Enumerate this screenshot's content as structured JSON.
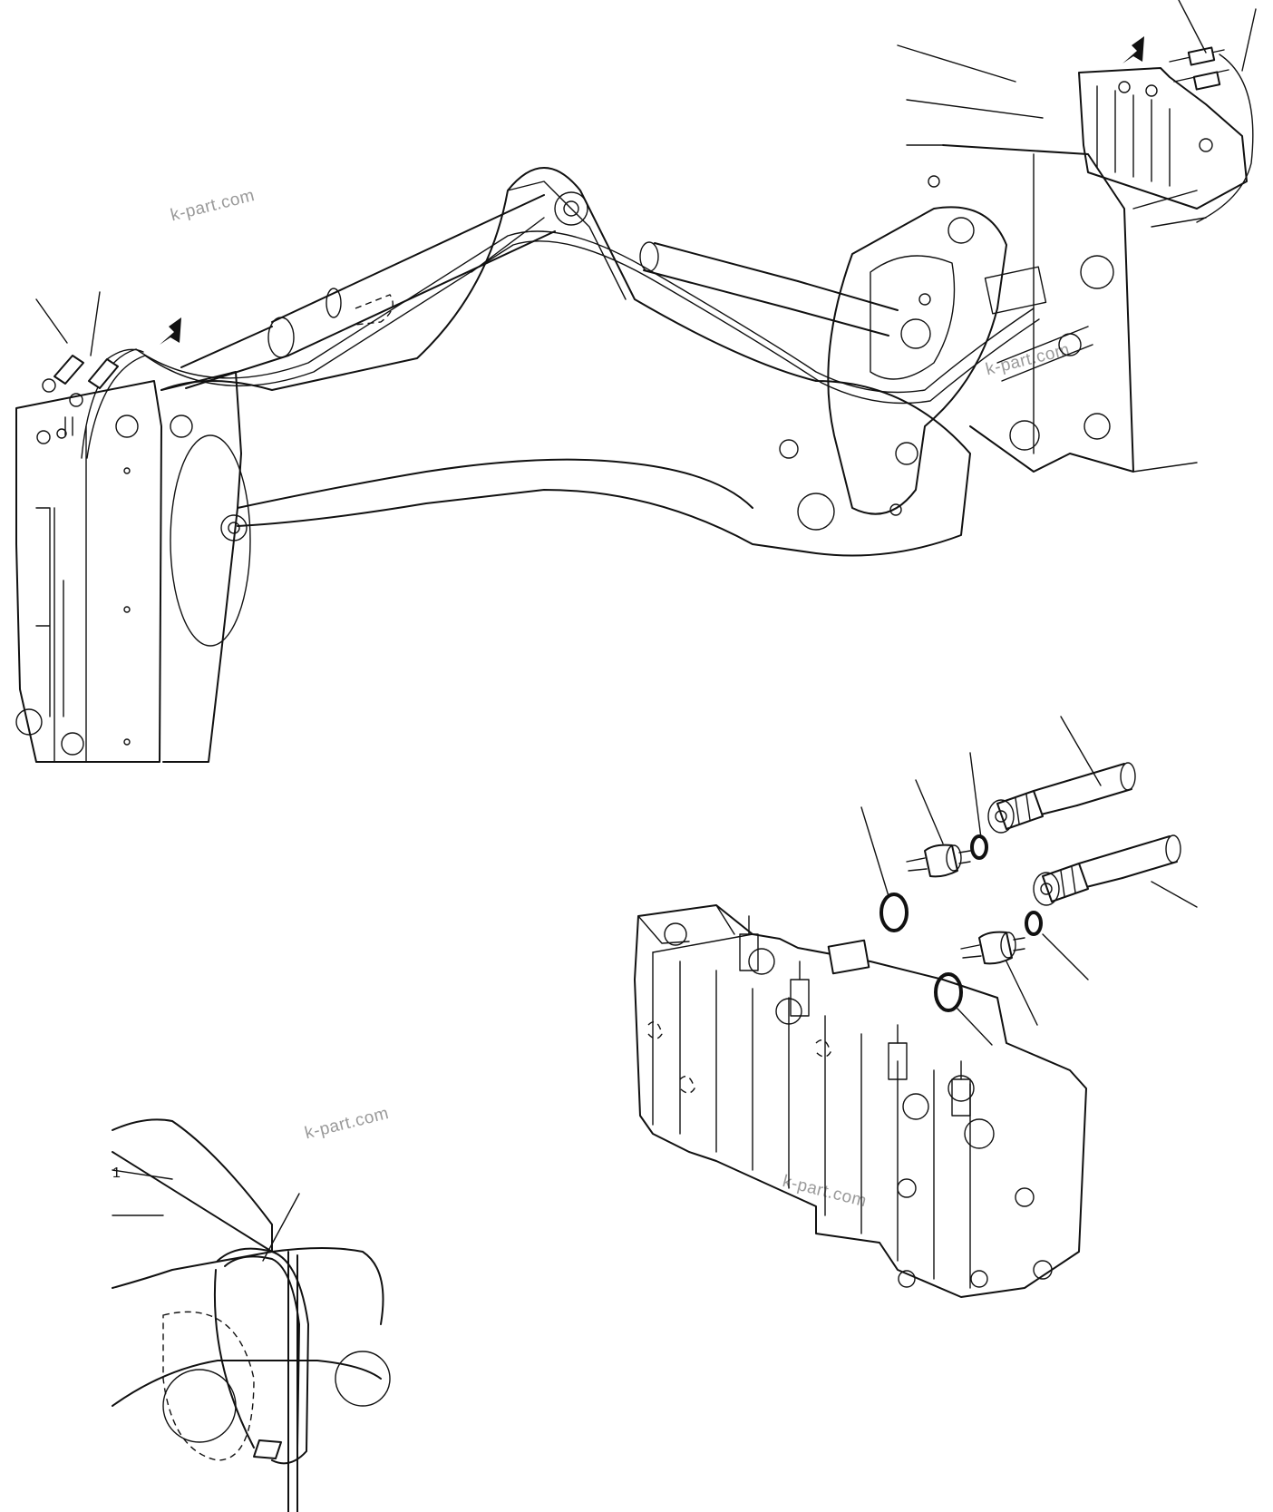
{
  "watermarks": {
    "upper_left": "k-part.com",
    "middle_boom": "k-part.com",
    "lower_left": "k-part.com",
    "lower_valve": "k-part.com"
  },
  "detail_marks": {
    "bracket_tag": "1"
  }
}
